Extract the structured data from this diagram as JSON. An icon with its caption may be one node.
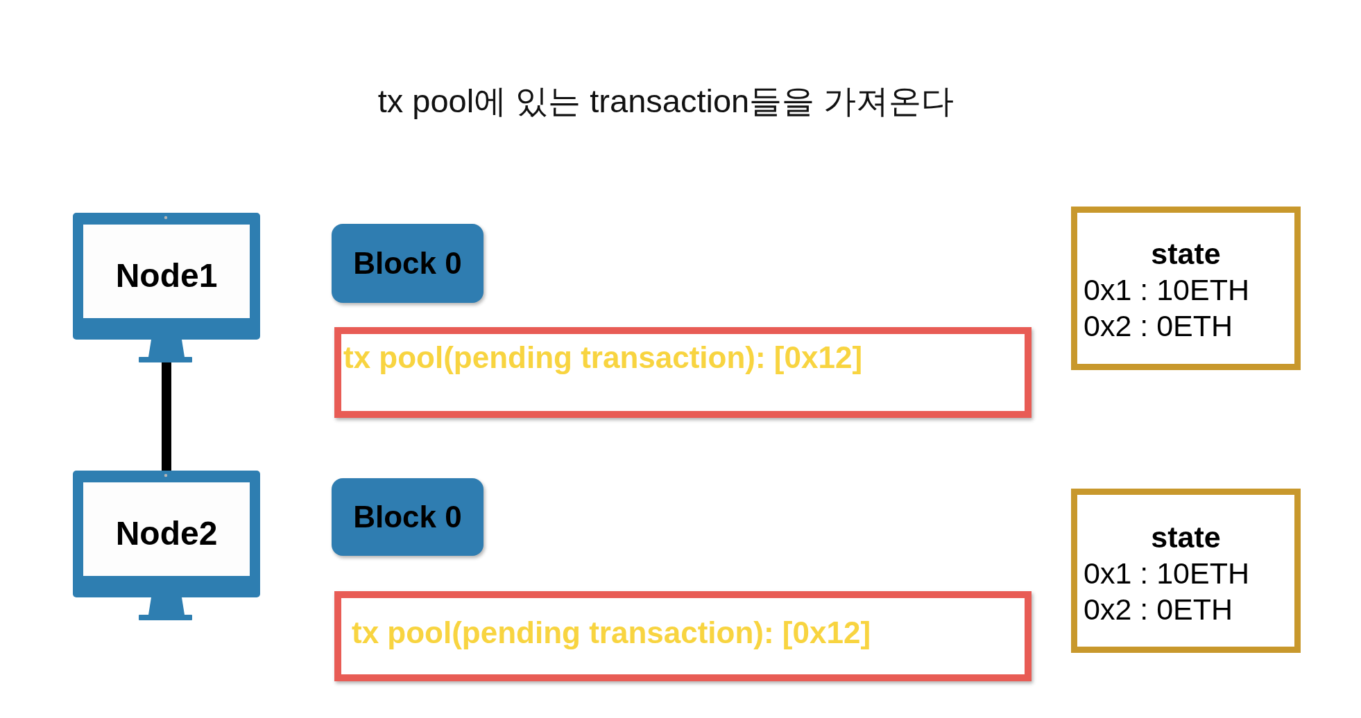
{
  "diagram": {
    "title": "tx pool에 있는 transaction들을 가져온다",
    "nodes": [
      {
        "text": [
          "Node1"
        ]
      },
      {
        "text": [
          "Block 0"
        ]
      },
      {
        "text": [
          "tx pool(pending transaction): [0x12]"
        ]
      },
      {
        "text": [
          "state",
          "0x1 : 10ETH",
          "0x2 : 0ETH"
        ]
      },
      {
        "text": [
          "Node2"
        ]
      },
      {
        "text": [
          "Block 0"
        ]
      },
      {
        "text": [
          "tx pool(pending transaction): [0x12]"
        ]
      },
      {
        "text": [
          "state",
          "0x1 : 10ETH",
          "0x2 : 0ETH"
        ]
      }
    ],
    "edges": [
      {
        "from": 0,
        "to": 4,
        "arrow": "none"
      }
    ]
  }
}
